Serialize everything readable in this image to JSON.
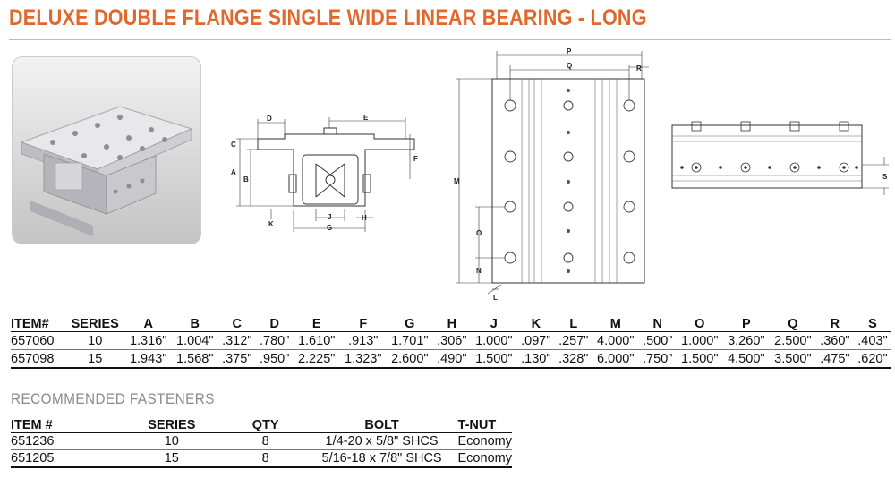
{
  "title": "DELUXE DOUBLE FLANGE SINGLE WIDE LINEAR BEARING - LONG",
  "dim_labels": {
    "A": "A",
    "B": "B",
    "C": "C",
    "D": "D",
    "E": "E",
    "F": "F",
    "G": "G",
    "H": "H",
    "J": "J",
    "K": "K",
    "L": "L",
    "M": "M",
    "N": "N",
    "O": "O",
    "P": "P",
    "Q": "Q",
    "R": "R",
    "S": "S"
  },
  "spec_table": {
    "headers": [
      "ITEM#",
      "SERIES",
      "A",
      "B",
      "C",
      "D",
      "E",
      "F",
      "G",
      "H",
      "J",
      "K",
      "L",
      "M",
      "N",
      "O",
      "P",
      "Q",
      "R",
      "S"
    ],
    "rows": [
      [
        "657060",
        "10",
        "1.316\"",
        "1.004\"",
        ".312\"",
        ".780\"",
        "1.610\"",
        ".913\"",
        "1.701\"",
        ".306\"",
        "1.000\"",
        ".097\"",
        ".257\"",
        "4.000\"",
        ".500\"",
        "1.000\"",
        "3.260\"",
        "2.500\"",
        ".360\"",
        ".403\""
      ],
      [
        "657098",
        "15",
        "1.943\"",
        "1.568\"",
        ".375\"",
        ".950\"",
        "2.225\"",
        "1.323\"",
        "2.600\"",
        ".490\"",
        "1.500\"",
        ".130\"",
        ".328\"",
        "6.000\"",
        ".750\"",
        "1.500\"",
        "4.500\"",
        "3.500\"",
        ".475\"",
        ".620\""
      ]
    ]
  },
  "fasteners": {
    "title": "RECOMMENDED FASTENERS",
    "headers": [
      "ITEM #",
      "SERIES",
      "QTY",
      "BOLT",
      "T-NUT"
    ],
    "rows": [
      [
        "651236",
        "10",
        "8",
        "1/4-20 x 5/8\" SHCS",
        "Economy"
      ],
      [
        "651205",
        "15",
        "8",
        "5/16-18 x 7/8\" SHCS",
        "Economy"
      ]
    ]
  }
}
